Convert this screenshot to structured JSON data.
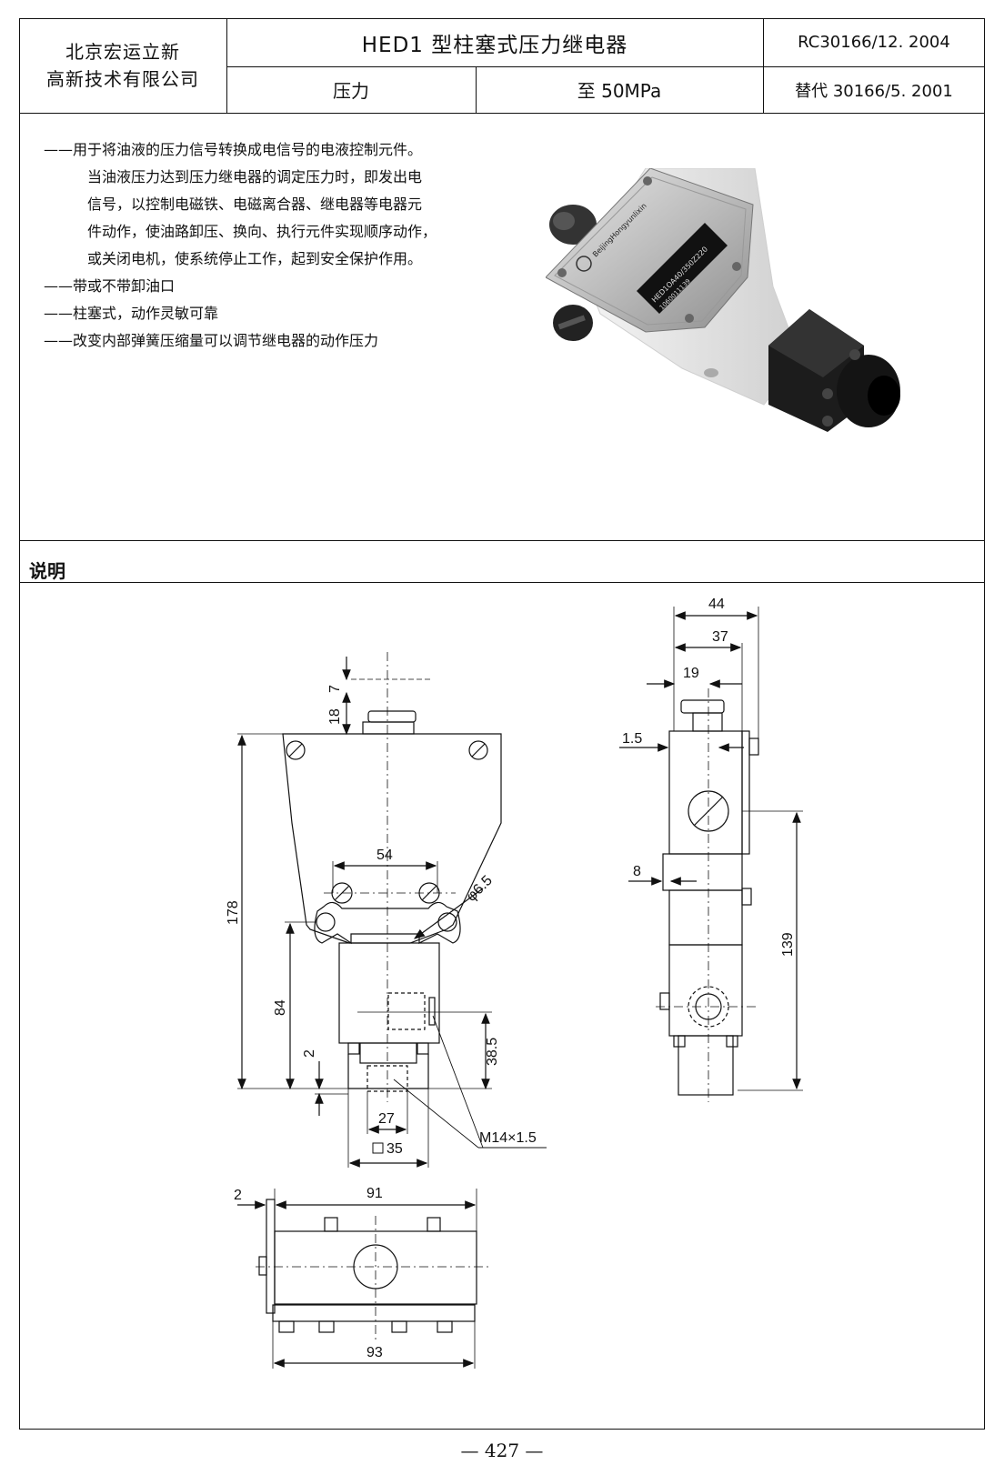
{
  "header": {
    "company_line1": "北京宏运立新",
    "company_line2": "高新技术有限公司",
    "title": "HED1 型柱塞式压力继电器",
    "code": "RC30166/12. 2004",
    "param_label": "压力",
    "param_value": "至 50MPa",
    "replaces": "替代 30166/5. 2001"
  },
  "description": {
    "bullet1_lines": [
      "——用于将油液的压力信号转换成电信号的电液控制元件。",
      "当油液压力达到压力继电器的调定压力时，即发出电",
      "信号，以控制电磁铁、电磁离合器、继电器等电器元",
      "件动作，使油路卸压、换向、执行元件实现顺序动作，",
      "或关闭电机，使系统停止工作，起到安全保护作用。"
    ],
    "bullet2": "——带或不带卸油口",
    "bullet3": "——柱塞式，动作灵敏可靠",
    "bullet4": "——改变内部弹簧压缩量可以调节继电器的动作压力"
  },
  "photo": {
    "nameplate_brand": "BeijingHongyunlixin",
    "nameplate_model": "HED1OA40/350Z220",
    "nameplate_serial": "1060011139"
  },
  "section_label": "说明",
  "dimensions": {
    "front_top_7": "7",
    "front_top_18": "18",
    "front_178": "178",
    "front_84": "84",
    "front_2": "2",
    "front_54": "54",
    "front_hole": "φ6.5",
    "front_38_5": "38.5",
    "front_27": "27",
    "front_square_35": "35",
    "thread": "M14×1.5",
    "side_44": "44",
    "side_37": "37",
    "side_19": "19",
    "side_1_5": "1.5",
    "side_8": "8",
    "side_139": "139",
    "bottom_2": "2",
    "bottom_91": "91",
    "bottom_93": "93"
  },
  "page_number": "— 427 —"
}
